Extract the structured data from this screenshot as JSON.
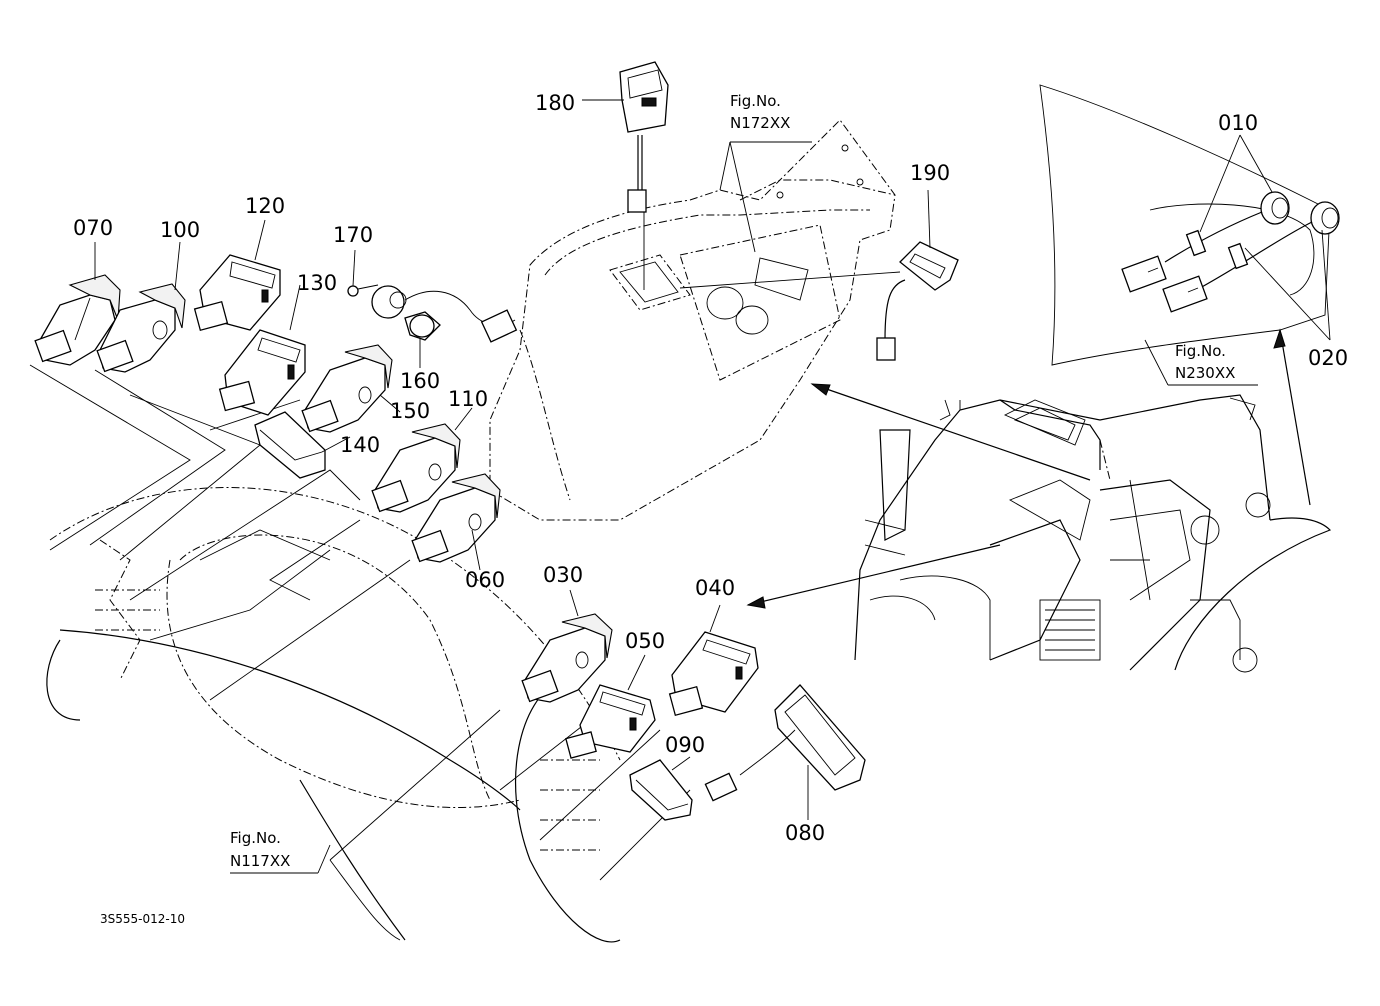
{
  "labels": {
    "p010": "010",
    "p020": "020",
    "p030": "030",
    "p040": "040",
    "p050": "050",
    "p060": "060",
    "p070": "070",
    "p080": "080",
    "p090": "090",
    "p100": "100",
    "p110": "110",
    "p120": "120",
    "p130": "130",
    "p140": "140",
    "p150": "150",
    "p160": "160",
    "p170": "170",
    "p180": "180",
    "p190": "190"
  },
  "figure_refs": {
    "n172": {
      "title": "Fig.No.",
      "number": "N172XX"
    },
    "n230": {
      "title": "Fig.No.",
      "number": "N230XX"
    },
    "n117": {
      "title": "Fig.No.",
      "number": "N117XX"
    }
  },
  "drawing_code": "3S555-012-10",
  "icons": [
    "switch-connector-icon",
    "rocker-switch-icon",
    "socket-icon",
    "cover-plate-icon",
    "tractor-cabin-icon",
    "console-panel-icon",
    "wire-harness-icon"
  ]
}
